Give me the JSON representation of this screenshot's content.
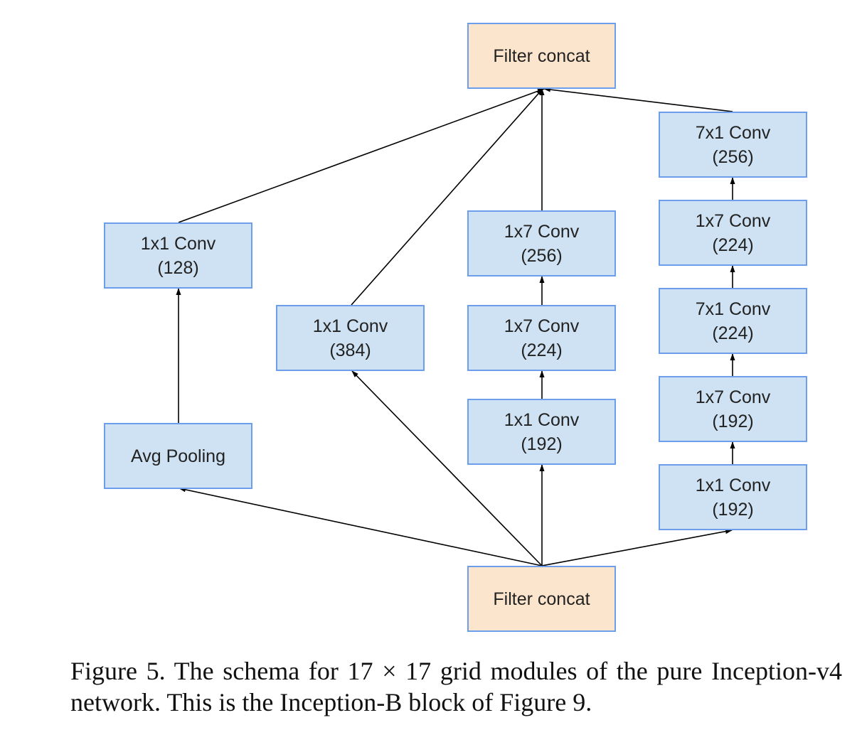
{
  "nodes": {
    "top_concat": {
      "lines": [
        "Filter concat"
      ]
    },
    "bottom_concat": {
      "lines": [
        "Filter concat"
      ]
    },
    "avg_pool": {
      "lines": [
        "Avg Pooling"
      ]
    },
    "b1_conv": {
      "lines": [
        "1x1 Conv",
        "(128)"
      ]
    },
    "b2_conv": {
      "lines": [
        "1x1 Conv",
        "(384)"
      ]
    },
    "b3_conv1": {
      "lines": [
        "1x1 Conv",
        "(192)"
      ]
    },
    "b3_conv2": {
      "lines": [
        "1x7 Conv",
        "(224)"
      ]
    },
    "b3_conv3": {
      "lines": [
        "1x7 Conv",
        "(256)"
      ]
    },
    "b4_conv1": {
      "lines": [
        "1x1 Conv",
        "(192)"
      ]
    },
    "b4_conv2": {
      "lines": [
        "1x7 Conv",
        "(192)"
      ]
    },
    "b4_conv3": {
      "lines": [
        "7x1 Conv",
        "(224)"
      ]
    },
    "b4_conv4": {
      "lines": [
        "1x7 Conv",
        "(224)"
      ]
    },
    "b4_conv5": {
      "lines": [
        "7x1 Conv",
        "(256)"
      ]
    }
  },
  "edges": [
    [
      "bottom_concat",
      "avg_pool"
    ],
    [
      "avg_pool",
      "b1_conv"
    ],
    [
      "b1_conv",
      "top_concat"
    ],
    [
      "bottom_concat",
      "b2_conv"
    ],
    [
      "b2_conv",
      "top_concat"
    ],
    [
      "bottom_concat",
      "b3_conv1"
    ],
    [
      "b3_conv1",
      "b3_conv2"
    ],
    [
      "b3_conv2",
      "b3_conv3"
    ],
    [
      "b3_conv3",
      "top_concat"
    ],
    [
      "bottom_concat",
      "b4_conv1"
    ],
    [
      "b4_conv1",
      "b4_conv2"
    ],
    [
      "b4_conv2",
      "b4_conv3"
    ],
    [
      "b4_conv3",
      "b4_conv4"
    ],
    [
      "b4_conv4",
      "b4_conv5"
    ],
    [
      "b4_conv5",
      "top_concat"
    ]
  ],
  "caption": "Figure 5. The schema for 17 × 17 grid modules of the pure Inception-v4 network. This is the Inception-B block of Figure 9.",
  "colors": {
    "conv_fill": "#cfe2f3",
    "concat_fill": "#fce5cd",
    "border": "#6d9eeb",
    "edge": "#000000"
  }
}
